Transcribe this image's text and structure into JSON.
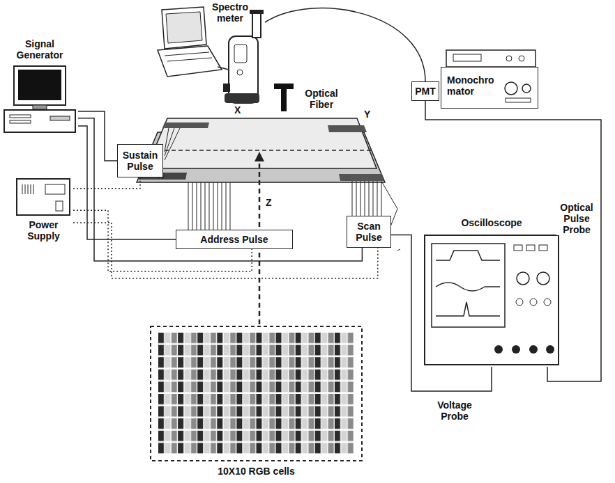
{
  "diagram": {
    "nodes": [
      {
        "text": [
          "Signal Generator"
        ]
      },
      {
        "text": [
          "Sustain Pulse"
        ]
      },
      {
        "text": [
          "Power Supply"
        ]
      },
      {
        "text": [
          "Address Pulse"
        ]
      },
      {
        "text": [
          "Scan Pulse"
        ]
      },
      {
        "text": [
          "Spectro meter"
        ]
      },
      {
        "text": [
          "PMT"
        ]
      },
      {
        "text": [
          "Monochro mator"
        ]
      },
      {
        "text": [
          "Oscilloscope"
        ]
      },
      {
        "text": [
          "10X10 RGB cells"
        ]
      }
    ],
    "edges": [
      {
        "from": 0,
        "to": 1,
        "arrow": "none"
      },
      {
        "from": 0,
        "to": 3,
        "arrow": "none"
      },
      {
        "from": 0,
        "to": 4,
        "arrow": "none"
      },
      {
        "from": 2,
        "to": 1,
        "arrow": "none"
      },
      {
        "from": 2,
        "to": 3,
        "arrow": "none"
      },
      {
        "from": 2,
        "to": 4,
        "arrow": "none"
      },
      {
        "from": 5,
        "to": 6,
        "arrow": "none"
      },
      {
        "from": 6,
        "to": 8,
        "arrow": "none"
      },
      {
        "from": 4,
        "to": 8,
        "arrow": "none"
      }
    ],
    "labels": [
      "X",
      "Y",
      "Z",
      "Optical Fiber",
      "Voltage Probe",
      "Optical Pulse Probe"
    ]
  }
}
